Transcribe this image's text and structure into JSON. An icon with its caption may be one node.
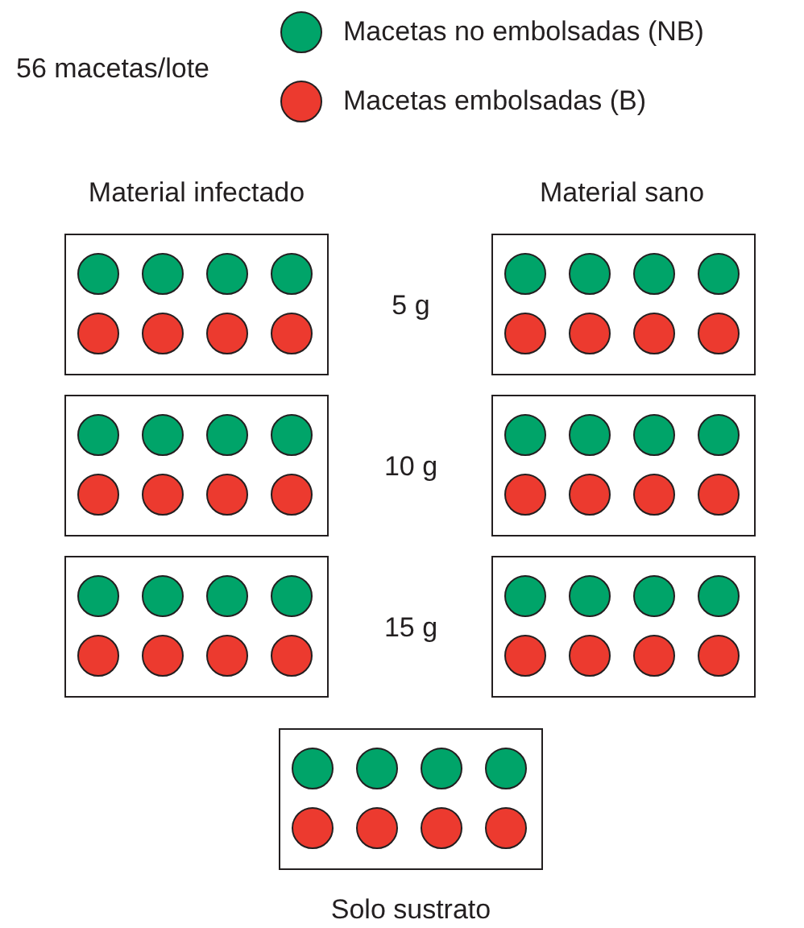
{
  "diagram": {
    "nodes": [
      {
        "text": [],
        "shape": "box"
      },
      {
        "text": [],
        "shape": "circle",
        "in": 0
      },
      {
        "text": [],
        "shape": "circle",
        "in": 0
      },
      {
        "text": [],
        "shape": "circle",
        "in": 0
      },
      {
        "text": [],
        "shape": "circle",
        "in": 0
      },
      {
        "text": [],
        "shape": "circle",
        "in": 0
      },
      {
        "text": [],
        "shape": "circle",
        "in": 0
      },
      {
        "text": [],
        "shape": "circle",
        "in": 0
      },
      {
        "text": [],
        "shape": "circle",
        "in": 0
      },
      {
        "text": [],
        "shape": "box"
      },
      {
        "text": [],
        "shape": "circle",
        "in": 9
      },
      {
        "text": [],
        "shape": "circle",
        "in": 9
      },
      {
        "text": [],
        "shape": "circle",
        "in": 9
      },
      {
        "text": [],
        "shape": "circle",
        "in": 9
      },
      {
        "text": [],
        "shape": "circle",
        "in": 9
      },
      {
        "text": [],
        "shape": "circle",
        "in": 9
      },
      {
        "text": [],
        "shape": "circle",
        "in": 9
      },
      {
        "text": [],
        "shape": "circle",
        "in": 9
      },
      {
        "text": [],
        "shape": "box"
      },
      {
        "text": [],
        "shape": "circle",
        "in": 18
      },
      {
        "text": [],
        "shape": "circle",
        "in": 18
      },
      {
        "text": [],
        "shape": "circle",
        "in": 18
      },
      {
        "text": [],
        "shape": "circle",
        "in": 18
      },
      {
        "text": [],
        "shape": "circle",
        "in": 18
      },
      {
        "text": [],
        "shape": "circle",
        "in": 18
      },
      {
        "text": [],
        "shape": "circle",
        "in": 18
      },
      {
        "text": [],
        "shape": "circle",
        "in": 18
      },
      {
        "text": [],
        "shape": "box"
      },
      {
        "text": [],
        "shape": "circle",
        "in": 27
      },
      {
        "text": [],
        "shape": "circle",
        "in": 27
      },
      {
        "text": [],
        "shape": "circle",
        "in": 27
      },
      {
        "text": [],
        "shape": "circle",
        "in": 27
      },
      {
        "text": [],
        "shape": "circle",
        "in": 27
      },
      {
        "text": [],
        "shape": "circle",
        "in": 27
      },
      {
        "text": [],
        "shape": "circle",
        "in": 27
      },
      {
        "text": [],
        "shape": "circle",
        "in": 27
      },
      {
        "text": [],
        "shape": "box"
      },
      {
        "text": [],
        "shape": "circle",
        "in": 36
      },
      {
        "text": [],
        "shape": "circle",
        "in": 36
      },
      {
        "text": [],
        "shape": "circle",
        "in": 36
      },
      {
        "text": [],
        "shape": "circle",
        "in": 36
      },
      {
        "text": [],
        "shape": "circle",
        "in": 36
      },
      {
        "text": [],
        "shape": "circle",
        "in": 36
      },
      {
        "text": [],
        "shape": "circle",
        "in": 36
      },
      {
        "text": [],
        "shape": "circle",
        "in": 36
      },
      {
        "text": [],
        "shape": "box"
      },
      {
        "text": [],
        "shape": "circle",
        "in": 45
      },
      {
        "text": [],
        "shape": "circle",
        "in": 45
      },
      {
        "text": [],
        "shape": "circle",
        "in": 45
      },
      {
        "text": [],
        "shape": "circle",
        "in": 45
      },
      {
        "text": [],
        "shape": "circle",
        "in": 45
      },
      {
        "text": [],
        "shape": "circle",
        "in": 45
      },
      {
        "text": [],
        "shape": "circle",
        "in": 45
      },
      {
        "text": [],
        "shape": "circle",
        "in": 45
      },
      {
        "text": [],
        "shape": "box",
        "beside": [
          "Solo sustrato"
        ]
      },
      {
        "text": [],
        "shape": "circle",
        "in": 54
      },
      {
        "text": [],
        "shape": "circle",
        "in": 54
      },
      {
        "text": [],
        "shape": "circle",
        "in": 54
      },
      {
        "text": [],
        "shape": "circle",
        "in": 54
      },
      {
        "text": [],
        "shape": "circle",
        "in": 54
      },
      {
        "text": [],
        "shape": "circle",
        "in": 54
      },
      {
        "text": [],
        "shape": "circle",
        "in": 54
      },
      {
        "text": [],
        "shape": "circle",
        "in": 54
      }
    ],
    "labels": [
      "56 macetas/lote",
      "Material infectado",
      "Material sano",
      "5 g",
      "10 g",
      "15 g"
    ],
    "legend": [
      {
        "text": "Macetas no embolsadas (NB)",
        "color": "#00a469"
      },
      {
        "text": "Macetas embolsadas (B)",
        "color": "#ec3a2f"
      }
    ]
  }
}
